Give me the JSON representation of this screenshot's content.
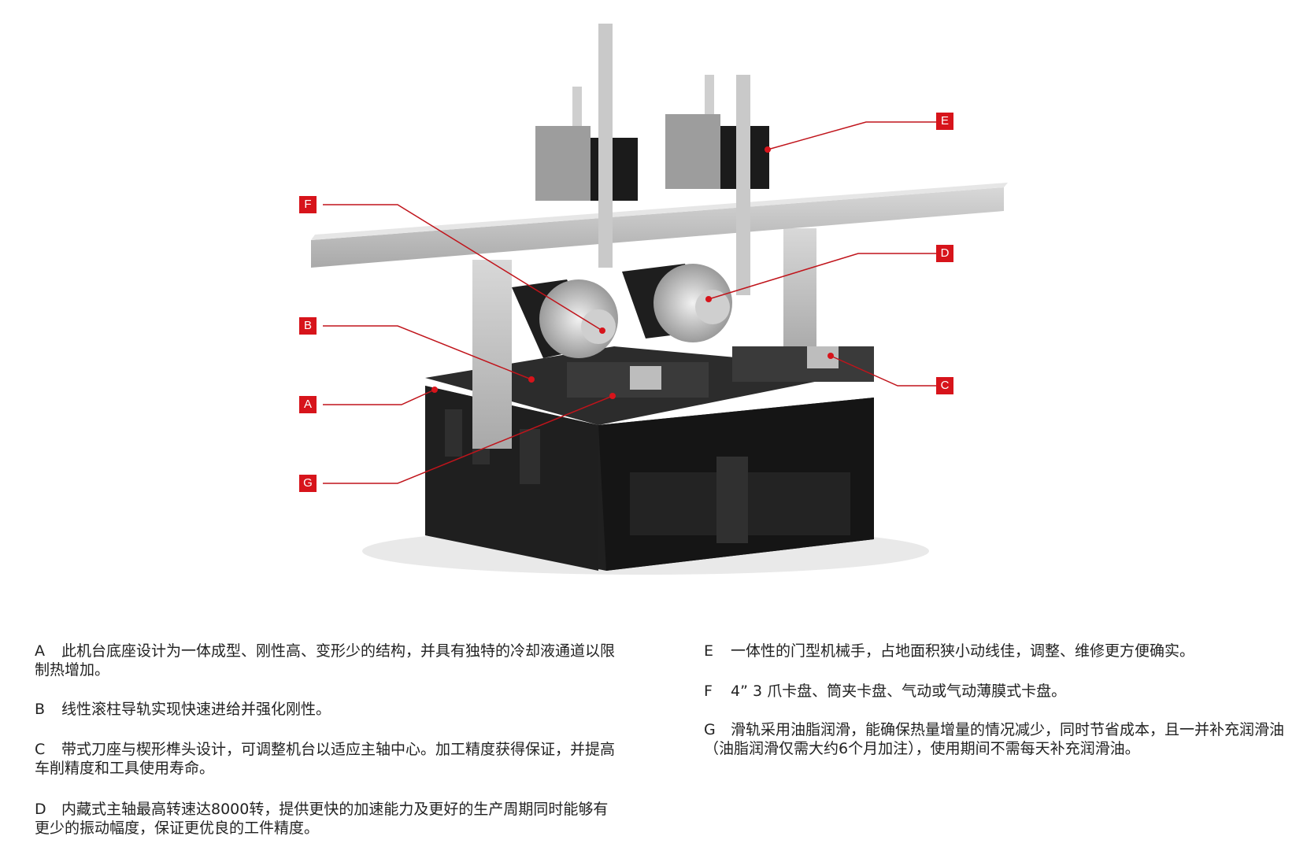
{
  "callouts": [
    {
      "letter": "A"
    },
    {
      "letter": "B"
    },
    {
      "letter": "C"
    },
    {
      "letter": "D"
    },
    {
      "letter": "E"
    },
    {
      "letter": "F"
    },
    {
      "letter": "G"
    }
  ],
  "colors": {
    "accent": "#d7141b",
    "machine_dark": "#1d1d1d",
    "machine_grey": "#b9b9b9"
  },
  "descriptions": [
    {
      "key": "A",
      "text": "此机台底座设计为一体成型、刚性高、变形少的结构，并具有独特的冷却液通道以限制热增加。"
    },
    {
      "key": "B",
      "text": "线性滚柱导轨实现快速进给并强化刚性。"
    },
    {
      "key": "C",
      "text": "带式刀座与楔形榫头设计，可调整机台以适应主轴中心。加工精度获得保证，并提高车削精度和工具使用寿命。"
    },
    {
      "key": "D",
      "text": "内藏式主轴最高转速达8000转，提供更快的加速能力及更好的生产周期同时能够有更少的振动幅度，保证更优良的工件精度。"
    },
    {
      "key": "E",
      "text": "一体性的门型机械手，占地面积狭小动线佳，调整、维修更方便确实。"
    },
    {
      "key": "F",
      "text": "4” 3 爪卡盘、筒夹卡盘、气动或气动薄膜式卡盘。"
    },
    {
      "key": "G",
      "text": "滑轨采用油脂润滑，能确保热量增量的情况减少，同时节省成本，且一并补充润滑油（油脂润滑仅需大约6个月加注），使用期间不需每天补充润滑油。"
    }
  ]
}
